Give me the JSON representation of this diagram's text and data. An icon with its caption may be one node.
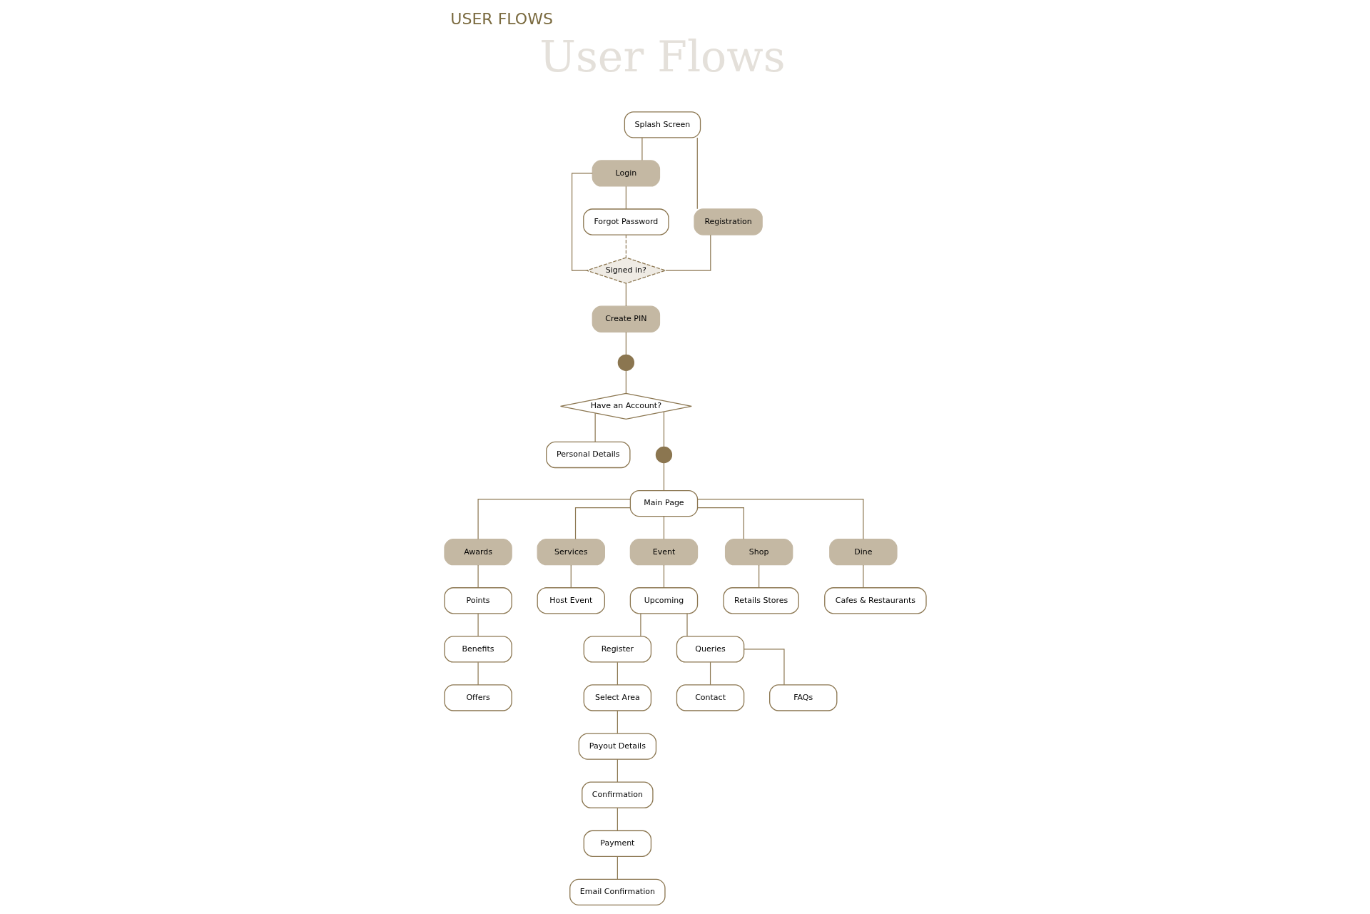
{
  "diagram": {
    "title": "USER FLOWS",
    "nodes": [
      {
        "text": [
          "Splash Screen"
        ]
      },
      {
        "text": [
          "Login"
        ]
      },
      {
        "text": [
          "Registration"
        ]
      },
      {
        "text": [
          "Signed in?"
        ]
      },
      {
        "text": [
          "Forgot Password"
        ]
      },
      {
        "text": [
          "Create PIN"
        ]
      },
      {
        "text": [],
        "shape": "circle"
      },
      {
        "text": [
          "Have an Account?"
        ]
      },
      {
        "text": [
          "Personal Details"
        ]
      },
      {
        "text": [],
        "shape": "circle"
      },
      {
        "text": [
          "Main Page"
        ]
      },
      {
        "text": [
          "Awards"
        ]
      },
      {
        "text": [
          "Services"
        ]
      },
      {
        "text": [
          "Event"
        ]
      },
      {
        "text": [
          "Shop"
        ]
      },
      {
        "text": [
          "Dine"
        ]
      },
      {
        "text": [
          "Points"
        ]
      },
      {
        "text": [
          "Benefits"
        ]
      },
      {
        "text": [
          "Offers"
        ]
      },
      {
        "text": [
          "Host Event"
        ]
      },
      {
        "text": [
          "Upcoming"
        ]
      },
      {
        "text": [
          "Register"
        ]
      },
      {
        "text": [
          "Select Area"
        ]
      },
      {
        "text": [
          "Payout Details"
        ]
      },
      {
        "text": [
          "Confirmation"
        ]
      },
      {
        "text": [
          "Payment"
        ]
      },
      {
        "text": [
          "Email Confirmation"
        ]
      },
      {
        "text": [
          "Queries"
        ]
      },
      {
        "text": [
          "Contact"
        ]
      },
      {
        "text": [
          "FAQs"
        ]
      },
      {
        "text": [
          "Retails Stores"
        ]
      },
      {
        "text": [
          "Cafes & Restaurants"
        ]
      }
    ],
    "edges": [
      {
        "from": 0,
        "to": 1,
        "arrow": "none"
      },
      {
        "from": 0,
        "to": 2,
        "arrow": "none"
      },
      {
        "from": 1,
        "to": 3,
        "arrow": "none"
      },
      {
        "from": 2,
        "to": 3,
        "arrow": "none"
      },
      {
        "from": 1,
        "to": 4,
        "arrow": "none"
      },
      {
        "from": 4,
        "to": 3,
        "arrow": "none",
        "style": "dashed"
      },
      {
        "from": 3,
        "to": 5,
        "arrow": "none"
      },
      {
        "from": 5,
        "to": 6,
        "arrow": "none"
      },
      {
        "from": 6,
        "to": 7,
        "arrow": "none"
      },
      {
        "from": 7,
        "to": 8,
        "arrow": "none"
      },
      {
        "from": 7,
        "to": 9,
        "arrow": "none"
      },
      {
        "from": 9,
        "to": 10,
        "arrow": "none"
      },
      {
        "from": 10,
        "to": 11,
        "arrow": "none"
      },
      {
        "from": 10,
        "to": 12,
        "arrow": "none"
      },
      {
        "from": 10,
        "to": 13,
        "arrow": "none"
      },
      {
        "from": 10,
        "to": 14,
        "arrow": "none"
      },
      {
        "from": 10,
        "to": 15,
        "arrow": "none"
      },
      {
        "from": 11,
        "to": 16,
        "arrow": "none"
      },
      {
        "from": 16,
        "to": 17,
        "arrow": "none"
      },
      {
        "from": 17,
        "to": 18,
        "arrow": "none"
      },
      {
        "from": 12,
        "to": 19,
        "arrow": "none"
      },
      {
        "from": 13,
        "to": 20,
        "arrow": "none"
      },
      {
        "from": 20,
        "to": 21,
        "arrow": "none"
      },
      {
        "from": 21,
        "to": 22,
        "arrow": "none"
      },
      {
        "from": 22,
        "to": 23,
        "arrow": "none"
      },
      {
        "from": 23,
        "to": 24,
        "arrow": "none"
      },
      {
        "from": 24,
        "to": 25,
        "arrow": "none"
      },
      {
        "from": 25,
        "to": 26,
        "arrow": "none"
      },
      {
        "from": 20,
        "to": 27,
        "arrow": "none"
      },
      {
        "from": 27,
        "to": 28,
        "arrow": "none"
      },
      {
        "from": 27,
        "to": 29,
        "arrow": "none"
      },
      {
        "from": 14,
        "to": 30,
        "arrow": "none"
      },
      {
        "from": 15,
        "to": 31,
        "arrow": "none"
      }
    ],
    "labels": [
      "User Flows"
    ]
  }
}
